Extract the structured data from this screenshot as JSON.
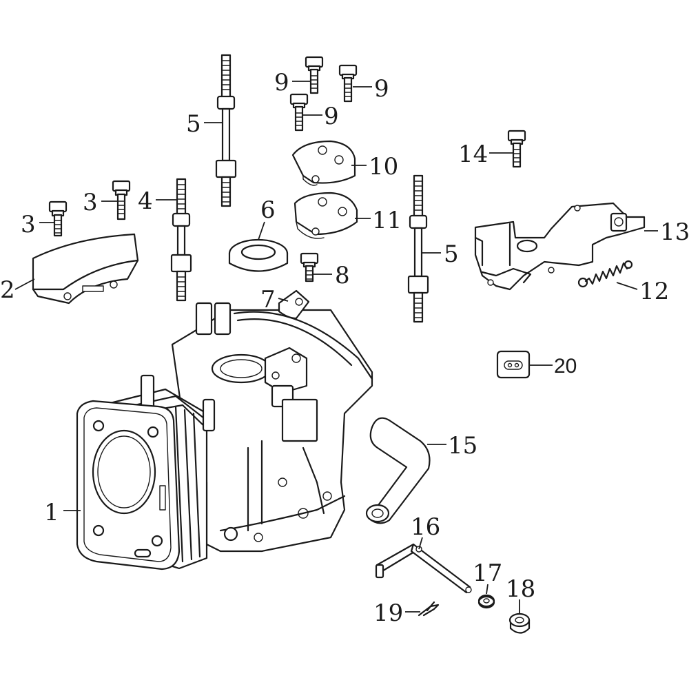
{
  "callouts": [
    {
      "id": "c1",
      "text": "1"
    },
    {
      "id": "c2",
      "text": "2"
    },
    {
      "id": "c3a",
      "text": "3"
    },
    {
      "id": "c3b",
      "text": "3"
    },
    {
      "id": "c4",
      "text": "4"
    },
    {
      "id": "c5a",
      "text": "5"
    },
    {
      "id": "c5b",
      "text": "5"
    },
    {
      "id": "c6",
      "text": "6"
    },
    {
      "id": "c7",
      "text": "7"
    },
    {
      "id": "c8",
      "text": "8"
    },
    {
      "id": "c9a",
      "text": "9"
    },
    {
      "id": "c9b",
      "text": "9"
    },
    {
      "id": "c9c",
      "text": "9"
    },
    {
      "id": "c10",
      "text": "10"
    },
    {
      "id": "c11",
      "text": "11"
    },
    {
      "id": "c12",
      "text": "12"
    },
    {
      "id": "c13",
      "text": "13"
    },
    {
      "id": "c14",
      "text": "14"
    },
    {
      "id": "c15",
      "text": "15"
    },
    {
      "id": "c16",
      "text": "16"
    },
    {
      "id": "c17",
      "text": "17"
    },
    {
      "id": "c18",
      "text": "18"
    },
    {
      "id": "c19",
      "text": "19"
    },
    {
      "id": "c20",
      "text": "20"
    }
  ]
}
